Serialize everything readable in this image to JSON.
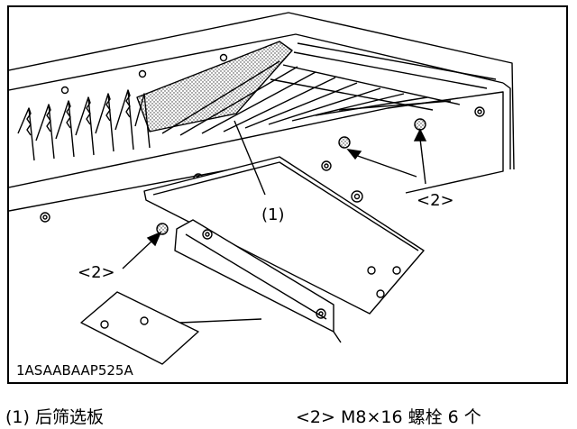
{
  "figure": {
    "id_code": "1ASAABAAP525A",
    "callouts": {
      "part1": "(1)",
      "part2_right": "<2>",
      "part2_left": "<2>"
    }
  },
  "legend": {
    "item1": "(1) 后筛选板",
    "item2": "<2> M8×16 螺栓 6 个"
  }
}
